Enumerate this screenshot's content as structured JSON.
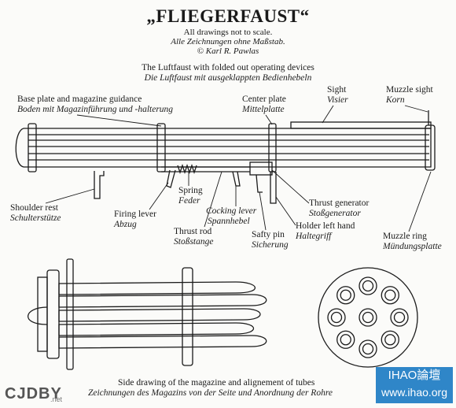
{
  "header": {
    "title": "„FLIEGERFAUST“",
    "note_en": "All drawings not to scale.",
    "note_de": "Alle Zeichnungen ohne Maßstab.",
    "credit": "© Karl R. Pawlas",
    "caption_en": "The Luftfaust with folded out operating devices",
    "caption_de": "Die Luftfaust mit ausgeklappten Bedienhebeln"
  },
  "labels": {
    "base_plate_en": "Base plate and magazine guidance",
    "base_plate_de": "Boden mit Magazinführung und -halterung",
    "center_plate_en": "Center plate",
    "center_plate_de": "Mittelplatte",
    "sight_en": "Sight",
    "sight_de": "Visier",
    "muzzle_sight_en": "Muzzle sight",
    "muzzle_sight_de": "Korn",
    "shoulder_rest_en": "Shoulder rest",
    "shoulder_rest_de": "Schulterstütze",
    "firing_lever_en": "Firing lever",
    "firing_lever_de": "Abzug",
    "spring_en": "Spring",
    "spring_de": "Feder",
    "cocking_lever_en": "Cocking lever",
    "cocking_lever_de": "Spannhebel",
    "thrust_rod_en": "Thrust rod",
    "thrust_rod_de": "Stoßstange",
    "safety_pin_en": "Safty pin",
    "safety_pin_de": "Sicherung",
    "thrust_generator_en": "Thrust generator",
    "thrust_generator_de": "Stoßgenerator",
    "holder_en": "Holder left hand",
    "holder_de": "Haltegriff",
    "muzzle_ring_en": "Muzzle ring",
    "muzzle_ring_de": "Mündungsplatte"
  },
  "footer": {
    "caption_en": "Side drawing of the magazine and alignement of tubes",
    "caption_de": "Zeichnungen des Magazins von der Seite und Anordnung der Rohre"
  },
  "watermarks": {
    "left": "CJDBY",
    "left_sub": ".net",
    "right_top": "IHAO論壇",
    "right_bottom": "www.ihao.org"
  }
}
